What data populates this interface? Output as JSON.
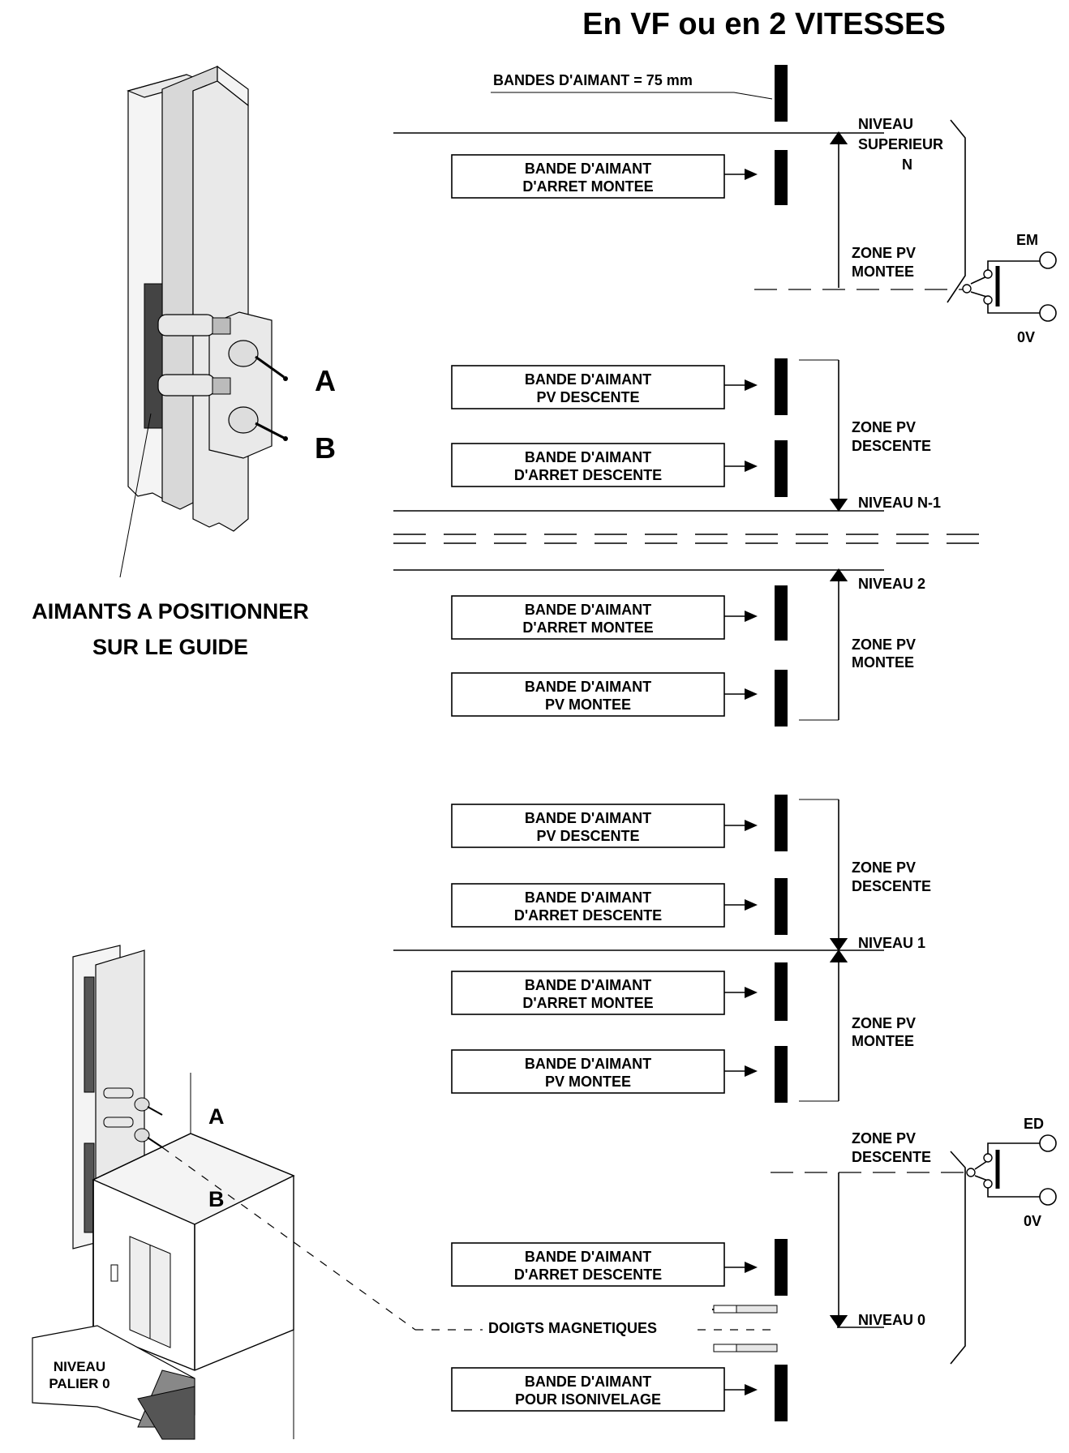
{
  "title": "En VF ou en 2 VITESSES",
  "magnet_width_label": "BANDES D'AIMANT = 75 mm",
  "guide_caption": [
    "AIMANTS A POSITIONNER",
    "SUR LE GUIDE"
  ],
  "sensor_labels": {
    "a": "A",
    "b": "B"
  },
  "levels": {
    "top": [
      "NIVEAU",
      "SUPERIEUR",
      "N"
    ],
    "n_minus_1": "NIVEAU N-1",
    "two": "NIVEAU 2",
    "one": "NIVEAU 1",
    "zero": "NIVEAU 0"
  },
  "zones": {
    "pv_montee": [
      "ZONE PV",
      "MONTEE"
    ],
    "pv_descente": [
      "ZONE PV",
      "DESCENTE"
    ]
  },
  "boxes": [
    [
      "BANDE D'AIMANT",
      "D'ARRET MONTEE"
    ],
    [
      "BANDE D'AIMANT",
      "PV DESCENTE"
    ],
    [
      "BANDE D'AIMANT",
      "D'ARRET DESCENTE"
    ],
    [
      "BANDE D'AIMANT",
      "D'ARRET MONTEE"
    ],
    [
      "BANDE D'AIMANT",
      "PV MONTEE"
    ],
    [
      "BANDE D'AIMANT",
      "PV DESCENTE"
    ],
    [
      "BANDE D'AIMANT",
      "D'ARRET DESCENTE"
    ],
    [
      "BANDE D'AIMANT",
      "D'ARRET MONTEE"
    ],
    [
      "BANDE D'AIMANT",
      "PV MONTEE"
    ],
    [
      "BANDE D'AIMANT",
      "D'ARRET DESCENTE"
    ],
    [
      "BANDE D'AIMANT",
      "POUR  ISONIVELAGE"
    ]
  ],
  "switches": {
    "em": "EM",
    "ed": "ED",
    "zero_volt": "0V"
  },
  "doigts": "DOIGTS MAGNETIQUES",
  "palier": [
    "NIVEAU",
    "PALIER 0"
  ]
}
